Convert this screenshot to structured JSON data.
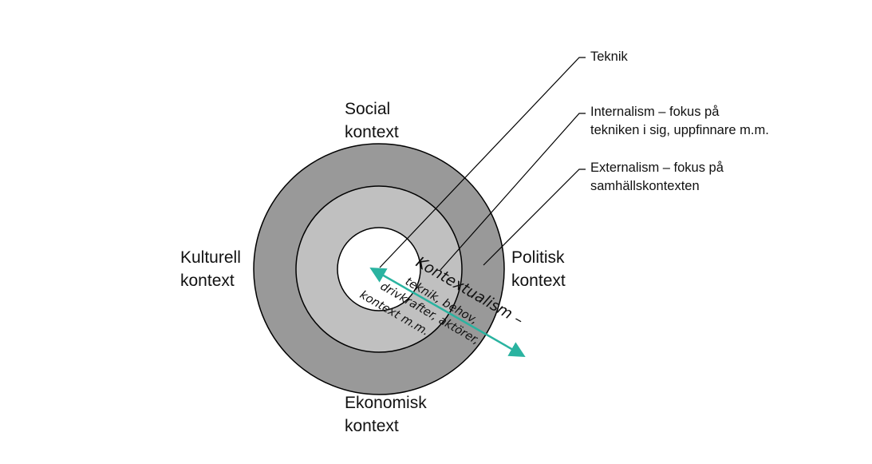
{
  "contexts": {
    "social": [
      "Social",
      "kontext"
    ],
    "kulturell": [
      "Kulturell",
      "kontext"
    ],
    "politisk": [
      "Politisk",
      "kontext"
    ],
    "ekonomisk": [
      "Ekonomisk",
      "kontext"
    ]
  },
  "callouts": {
    "teknik": [
      "Teknik"
    ],
    "internalism": [
      "Internalism – fokus på",
      "tekniken i sig, uppfinnare m.m."
    ],
    "externalism": [
      "Externalism – fokus på",
      "samhällskontexten"
    ]
  },
  "kontextualism": {
    "title": "Kontextualism –",
    "lines": [
      "teknik, behov,",
      "drivkrafter, aktörer,",
      "kontext m.m."
    ]
  },
  "colors": {
    "outer_ring": "#999999",
    "middle_ring": "#c0c0c0",
    "inner_circle": "#ffffff",
    "arrow": "#2ab3a0",
    "stroke": "#000000"
  }
}
